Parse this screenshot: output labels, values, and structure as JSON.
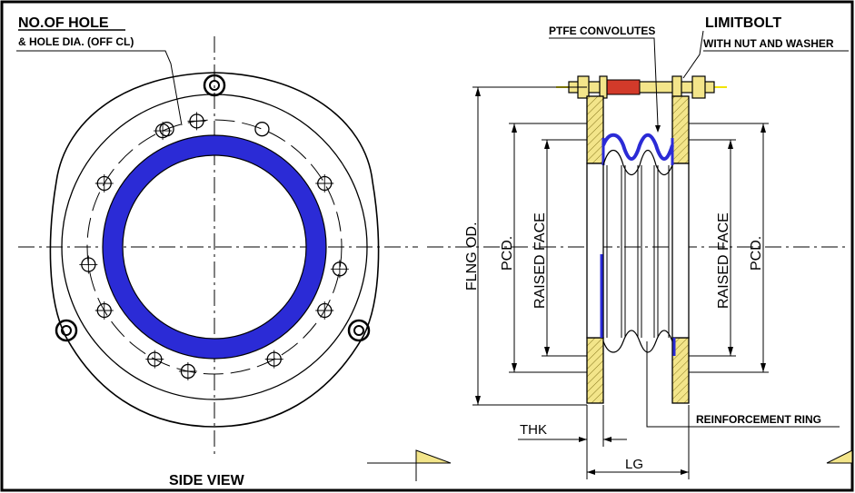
{
  "labels": {
    "no_of_hole": "NO.OF HOLE",
    "hole_dia": "& HOLE DIA. (OFF CL)",
    "side_view": "SIDE VIEW",
    "ptfe_convolutes": "PTFE CONVOLUTES",
    "limitbolt": "LIMITBOLT",
    "with_nut_washer": "WITH NUT AND WASHER",
    "flng_od": "FLNG OD.",
    "pcd_left": "PCD.",
    "raised_face_left": "RAISED FACE",
    "raised_face_right": "RAISED FACE",
    "pcd_right": "PCD.",
    "thk": "THK",
    "lg": "LG",
    "reinforcement_ring": "REINFORCEMENT RING"
  },
  "colors": {
    "lining": "#2b2bd6",
    "flange_fill": "#f3e58a",
    "bolt_red": "#d23a2a",
    "bolt_axis": "#f2e400",
    "line": "#000000"
  }
}
